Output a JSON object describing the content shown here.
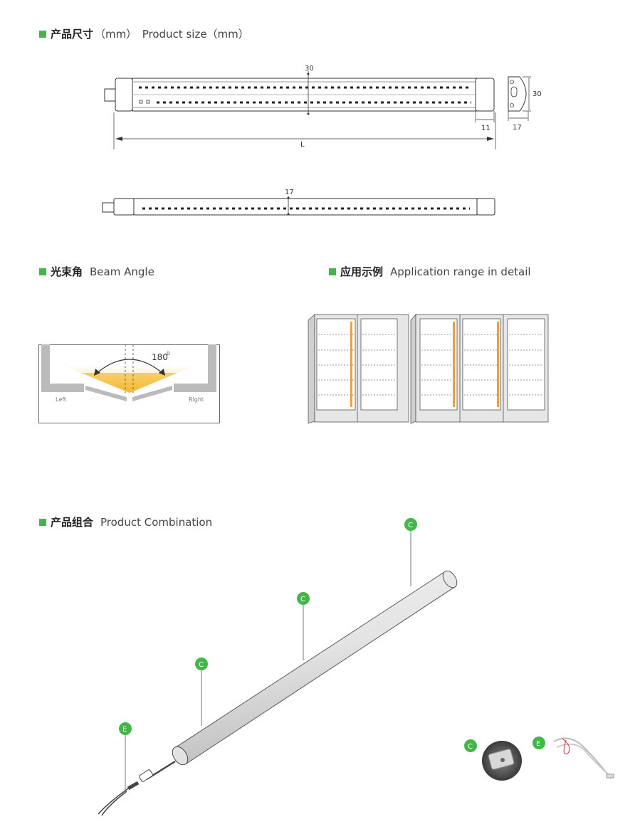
{
  "accent_color": "#44b649",
  "sections": {
    "size": {
      "cn": "产品尺寸",
      "en": "（mm）　Product size（mm）"
    },
    "beam": {
      "cn": "光束角",
      "en": "Beam Angle"
    },
    "application": {
      "cn": "应用示例",
      "en": "Application range in detail"
    },
    "combination": {
      "cn": "产品组合",
      "en": "Product Combination"
    }
  },
  "dims": {
    "height_top": "30",
    "length": "L",
    "end_cap": "11",
    "side_height": "30",
    "side_width": "17",
    "bottom_height": "17"
  },
  "beam": {
    "angle": "180",
    "angle_sup": "0",
    "left": "Left",
    "right": "Right"
  },
  "markers": {
    "c": "C",
    "e": "E"
  }
}
